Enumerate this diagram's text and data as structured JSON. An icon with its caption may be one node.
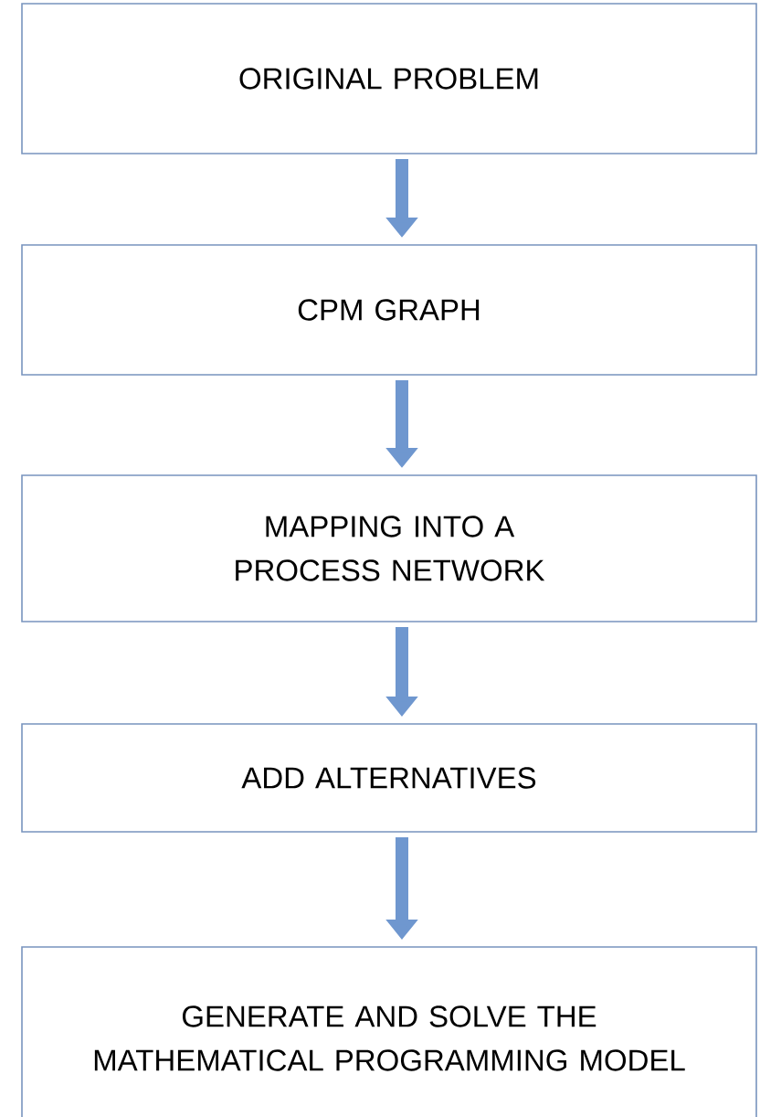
{
  "diagram": {
    "nodes": [
      {
        "text": [
          "ORIGINAL PROBLEM"
        ]
      },
      {
        "text": [
          "CPM GRAPH"
        ]
      },
      {
        "text": [
          "MAPPING INTO A PROCESS NETWORK"
        ]
      },
      {
        "text": [
          "ADD ALTERNATIVES"
        ]
      },
      {
        "text": [
          "GENERATE AND SOLVE THE MATHEMATICAL PROGRAMMING MODEL"
        ]
      }
    ],
    "edges": [
      {
        "from": 0,
        "to": 1,
        "arrow": "to"
      },
      {
        "from": 1,
        "to": 2,
        "arrow": "to"
      },
      {
        "from": 2,
        "to": 3,
        "arrow": "to"
      },
      {
        "from": 3,
        "to": 4,
        "arrow": "to"
      }
    ]
  }
}
